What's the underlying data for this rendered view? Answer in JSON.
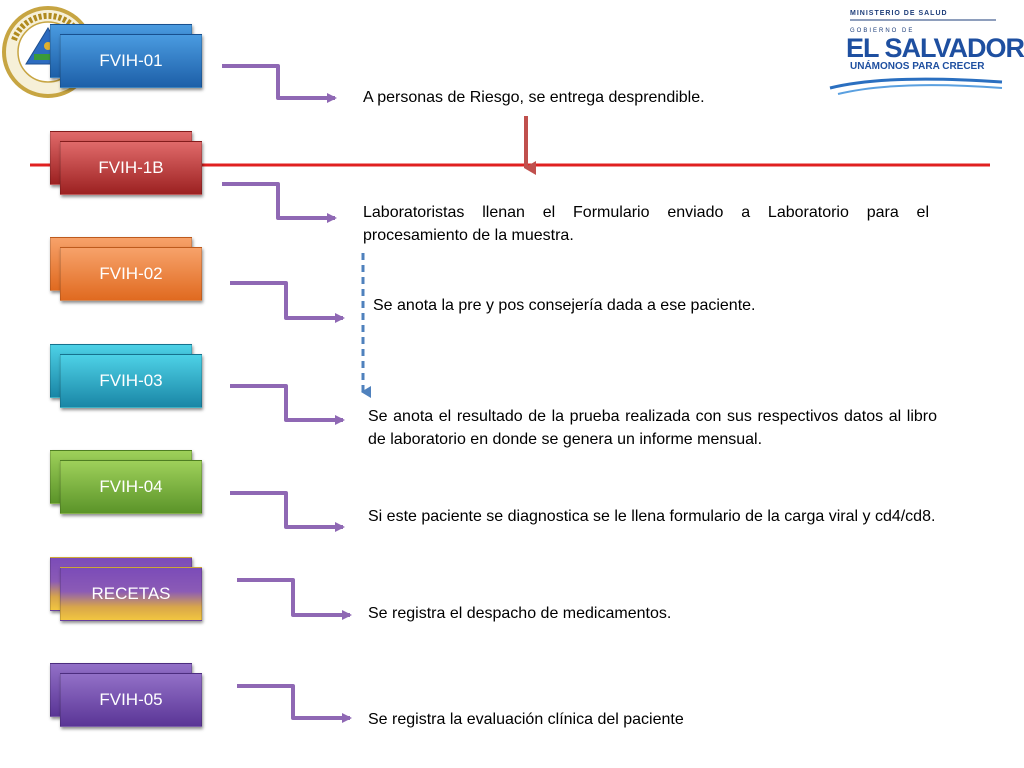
{
  "boxes": [
    {
      "label": "FVIH-01"
    },
    {
      "label": "FVIH-1B"
    },
    {
      "label": "FVIH-02"
    },
    {
      "label": "FVIH-03"
    },
    {
      "label": "FVIH-04"
    },
    {
      "label": "RECETAS"
    },
    {
      "label": "FVIH-05"
    }
  ],
  "descriptions": [
    "A personas de Riesgo, se entrega desprendible.",
    "Laboratoristas llenan el Formulario enviado a Laboratorio para el procesamiento de la muestra.",
    "Se anota la pre y pos consejería dada a ese paciente.",
    "Se anota el resultado de la prueba realizada con sus respectivos datos al libro de laboratorio en donde se genera un informe mensual.",
    "Si este paciente se diagnostica se le llena formulario de la carga viral y cd4/cd8.",
    "Se registra el despacho de medicamentos.",
    "Se registra la evaluación clínica del paciente"
  ],
  "logo": {
    "ministerio": "MINISTERIO DE SALUD",
    "gobierno": "GOBIERNO DE",
    "country": "EL SALVADOR",
    "slogan": "UNÁMONOS PARA CRECER",
    "seal_text": "REPUBLICA DE EL SALVADOR EN LA AMERICA CENTRAL"
  },
  "colors": {
    "connector": "#8f68b4",
    "red_line": "#e02020",
    "down_arrow": "#c0504d",
    "dashed_arrow": "#4f81bd"
  }
}
